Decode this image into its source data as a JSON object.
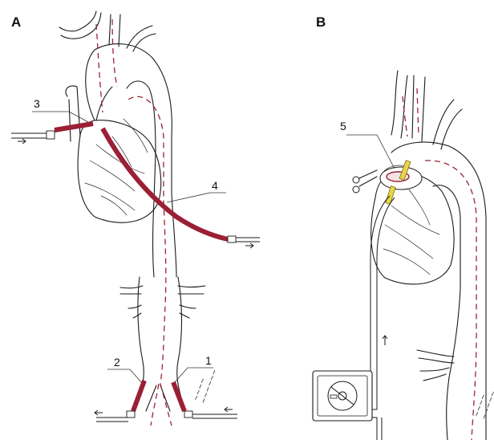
{
  "panels": [
    {
      "letter": "A"
    },
    {
      "letter": "B"
    }
  ],
  "labels": {
    "one": "1",
    "two": "2",
    "three": "3",
    "four": "4",
    "five": "5"
  },
  "colors": {
    "cannula": "#9b1f35",
    "false_lumen": "#9b2335",
    "clamp": "#e8d64a",
    "ink": "#1a1a1a"
  },
  "icons": [
    "arrow-in-icon",
    "arrow-out-icon",
    "roller-pump-icon",
    "clamp-icon"
  ]
}
